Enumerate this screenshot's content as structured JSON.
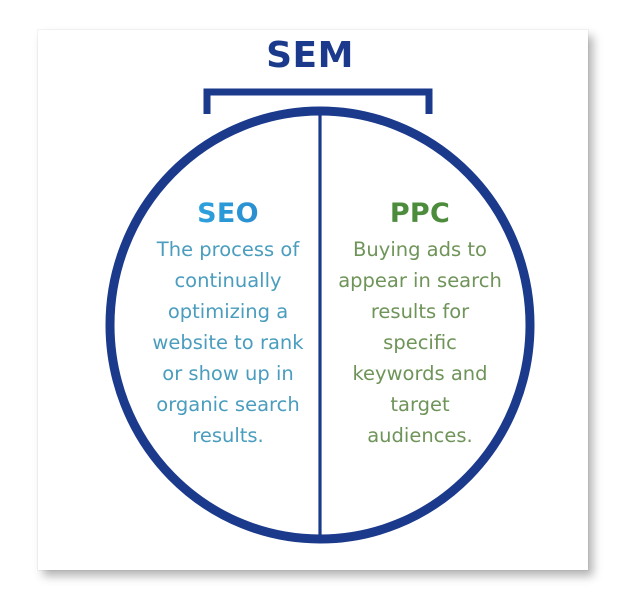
{
  "diagram": {
    "title": "SEM",
    "title_color": "#1b3a8c",
    "outline_color": "#1b3a8c",
    "bracket": {
      "name": "sem-bracket",
      "color": "#1b3a8c"
    },
    "divider": {
      "name": "vertical-divider",
      "color": "#1b3a8c"
    },
    "halves": [
      {
        "id": "seo",
        "title": "SEO",
        "title_color": "#2ba8e0",
        "body": "The process of continually optimizing a website to rank or show up in organic search results.",
        "body_color": "#4a9dbe"
      },
      {
        "id": "ppc",
        "title": "PPC",
        "title_color": "#4d8c3c",
        "body": "Buying ads to appear in search results for specific keywords and target audiences.",
        "body_color": "#6f9459"
      }
    ]
  }
}
